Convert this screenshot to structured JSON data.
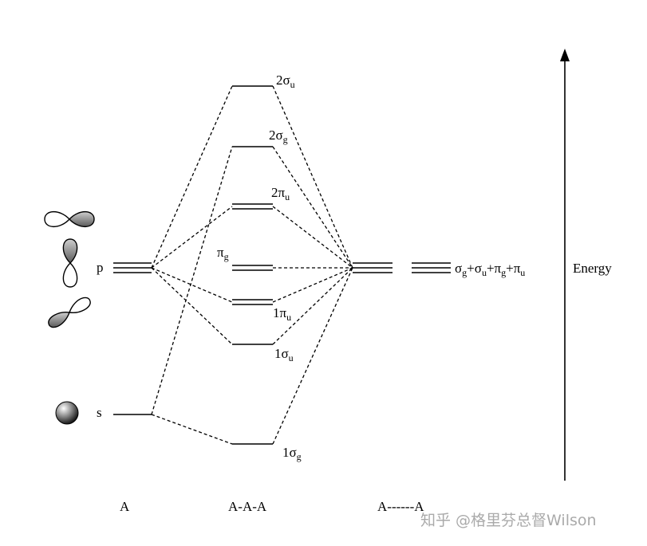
{
  "atom_levels": {
    "p": "p",
    "s": "s"
  },
  "mo_levels": [
    {
      "id": "2su",
      "coef": "2",
      "sym": "σ",
      "sub": "u"
    },
    {
      "id": "2sg",
      "coef": "2",
      "sym": "σ",
      "sub": "g"
    },
    {
      "id": "2pu",
      "coef": "2",
      "sym": "π",
      "sub": "u"
    },
    {
      "id": "pg",
      "coef": "",
      "sym": "π",
      "sub": "g"
    },
    {
      "id": "1pu",
      "coef": "1",
      "sym": "π",
      "sub": "u"
    },
    {
      "id": "1su",
      "coef": "1",
      "sym": "σ",
      "sub": "u"
    },
    {
      "id": "1sg",
      "coef": "1",
      "sym": "σ",
      "sub": "g"
    }
  ],
  "group_orbitals_label": {
    "parts": [
      {
        "sym": "σ",
        "sub": "g"
      },
      {
        "sym": "+σ",
        "sub": "u"
      },
      {
        "sym": "+π",
        "sub": "g"
      },
      {
        "sym": "+π",
        "sub": "u"
      }
    ]
  },
  "columns": {
    "atom": "A",
    "molecule": "A-A-A",
    "ligands": "A------A"
  },
  "energy_axis": {
    "label": "Energy"
  },
  "orbital_icons": [
    "p-orbital-horizontal",
    "p-orbital-vertical",
    "p-orbital-diagonal",
    "s-orbital-sphere"
  ],
  "watermark": "知乎 @格里芬总督Wilson",
  "colors": {
    "line": "#000000",
    "lobe_fill": "#8a8a8a",
    "watermark": "#aaaaaa"
  }
}
